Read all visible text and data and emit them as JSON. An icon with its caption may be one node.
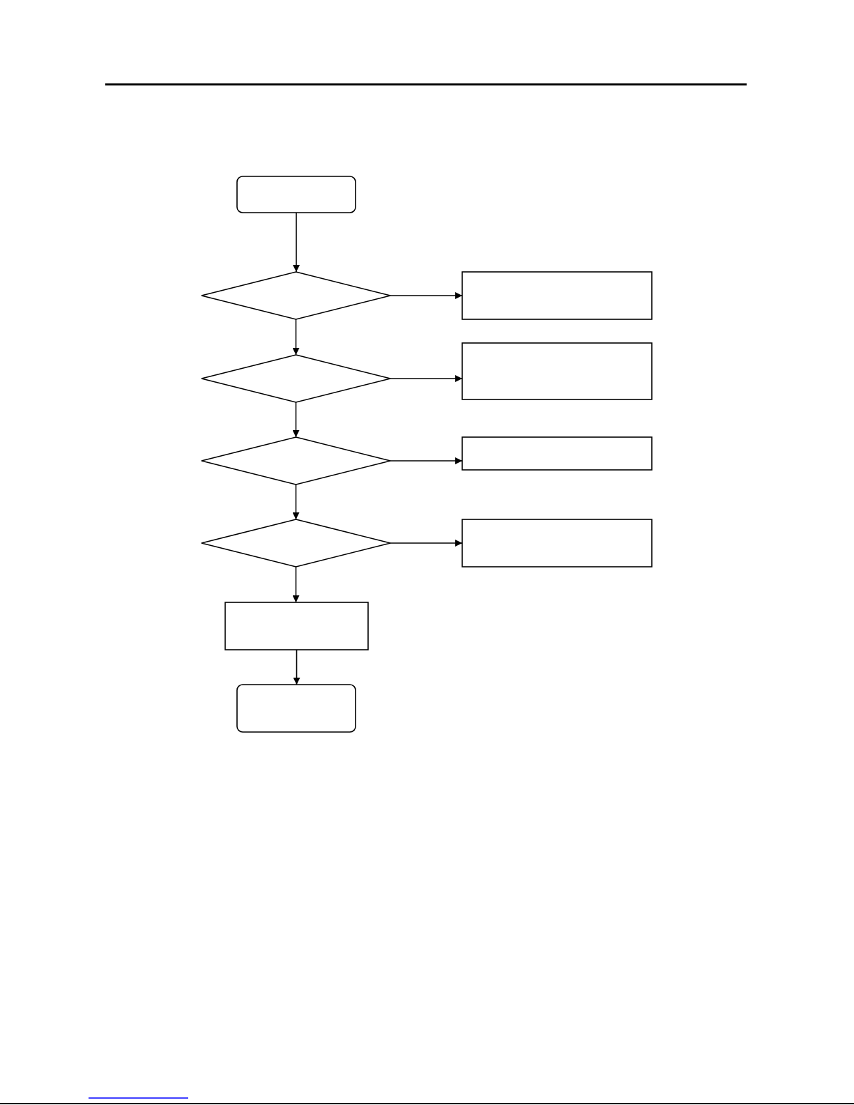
{
  "diagram": {
    "nodes": [
      {
        "text": [],
        "shape": "rounded"
      },
      {
        "text": [],
        "shape": "diamond"
      },
      {
        "text": [],
        "shape": "box"
      },
      {
        "text": [],
        "shape": "diamond"
      },
      {
        "text": [],
        "shape": "box"
      },
      {
        "text": [],
        "shape": "diamond"
      },
      {
        "text": [],
        "shape": "box"
      },
      {
        "text": [],
        "shape": "diamond"
      },
      {
        "text": [],
        "shape": "box"
      },
      {
        "text": [],
        "shape": "box"
      },
      {
        "text": [],
        "shape": "rounded"
      }
    ],
    "edges": [
      {
        "from": 0,
        "to": 1,
        "arrow": "to"
      },
      {
        "from": 1,
        "to": 2,
        "arrow": "to"
      },
      {
        "from": 1,
        "to": 3,
        "arrow": "to"
      },
      {
        "from": 3,
        "to": 4,
        "arrow": "to"
      },
      {
        "from": 3,
        "to": 5,
        "arrow": "to"
      },
      {
        "from": 5,
        "to": 6,
        "arrow": "to"
      },
      {
        "from": 5,
        "to": 7,
        "arrow": "to"
      },
      {
        "from": 7,
        "to": 8,
        "arrow": "to"
      },
      {
        "from": 7,
        "to": 9,
        "arrow": "to"
      },
      {
        "from": 9,
        "to": 10,
        "arrow": "to"
      }
    ]
  }
}
